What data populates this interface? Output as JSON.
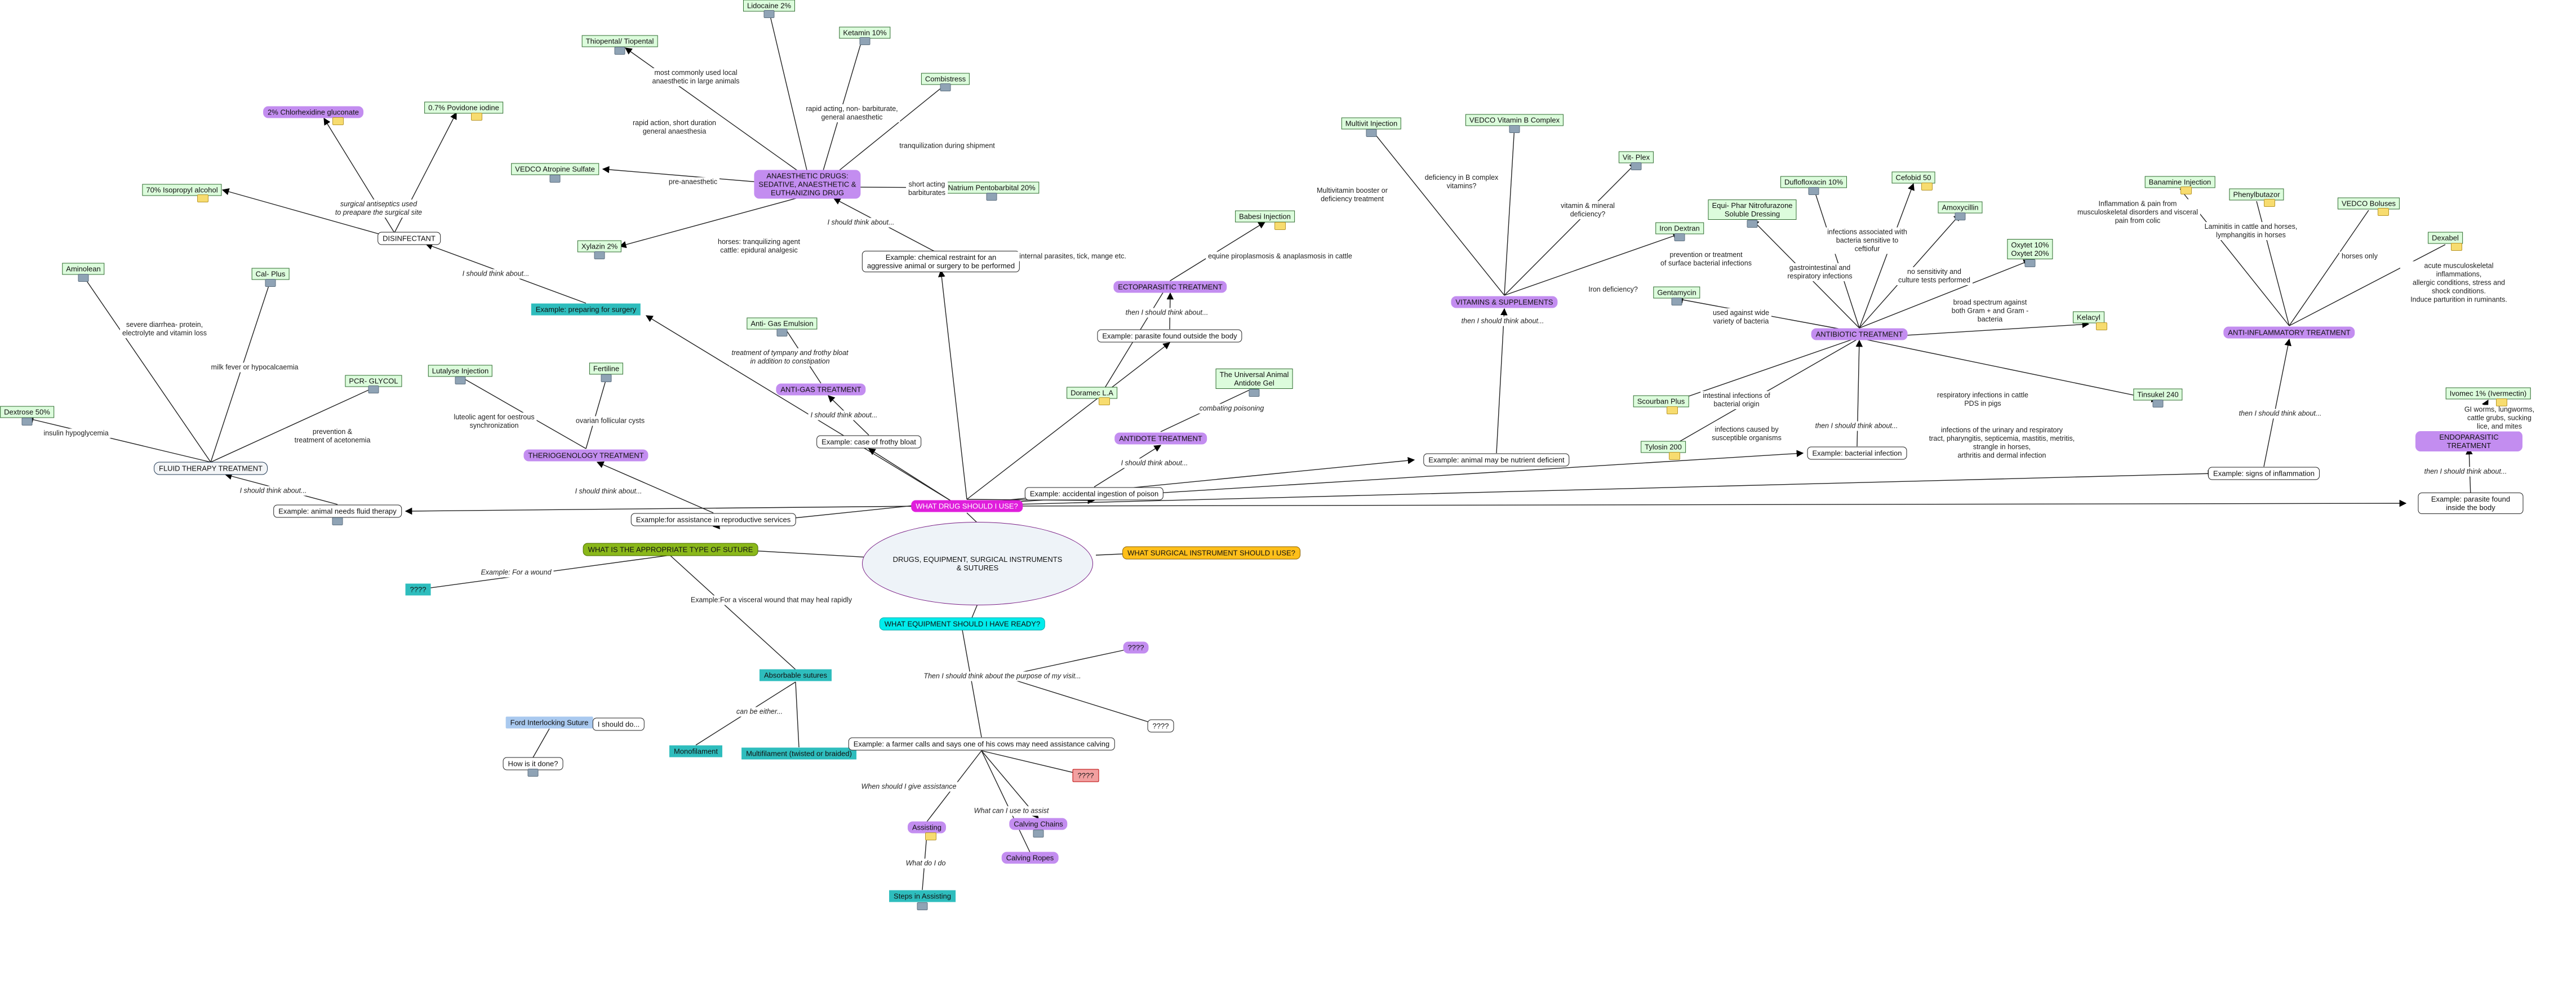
{
  "diagram": {
    "central": "DRUGS, EQUIPMENT, SURGICAL INSTRUMENTS\n& SUTURES",
    "q_drug": "WHAT DRUG SHOULD I USE?",
    "q_suture": "WHAT IS THE APPROPRIATE TYPE OF SUTURE",
    "q_instrument": "WHAT SURGICAL INSTRUMENT SHOULD I USE?",
    "q_equipment": "WHAT EQUIPMENT SHOULD I HAVE READY?",
    "nodes": {
      "lidocaine": "Lidocaine 2%",
      "thiopental": "Thiopental/ Tiopental",
      "ketamin": "Ketamin 10%",
      "combistress": "Combistress",
      "chlorhex": "2% Chlorhexidine gluconate",
      "povidone": "0.7% Povidone iodine",
      "isopropyl": "70% Isopropyl alcohol",
      "atropine": "VEDCO Atropine Sulfate",
      "anaesthetic": "ANAESTHETIC DRUGS:\nSEDATIVE, ANAESTHETIC &\nEUTHANIZING DRUG",
      "pentobarb": "Natrium Pentobarbital 20%",
      "xylazin": "Xylazin 2%",
      "disinfectant": "DISINFECTANT",
      "chemrestraint": "Example: chemical restraint for an\naggressive animal or surgery to be performed",
      "prepsurgery": "Example: preparing for surgery",
      "antigas_emul": "Anti- Gas Emulsion",
      "antigas": "ANTI-GAS TREATMENT",
      "frothy": "Example: case of frothy bloat",
      "lutalyse": "Lutalyse Injection",
      "fertiline": "Fertiline",
      "thero": "THERIOGENOLOGY TREATMENT",
      "repro": "Example:for assistance in reproductive services",
      "aminolean": "Aminolean",
      "calplus": "Cal- Plus",
      "pcr": "PCR- GLYCOL",
      "dextrose": "Dextrose 50%",
      "fluid": "FLUID THERAPY TREATMENT",
      "fluidex": "Example: animal needs fluid therapy",
      "doramec": "Doramec L.A",
      "babesi": "Babesi Injection",
      "ecto": "ECTOPARASITIC TREATMENT",
      "ectoex": "Example: parasite found outside the body",
      "universal": "The Universal Animal\nAntidote Gel",
      "antidote": "ANTIDOTE TREATMENT",
      "poison": "Example: accidental ingestion of poison",
      "multivit": "Multivit Injection",
      "bcomplex": "VEDCO Vitamin B Complex",
      "vitplex": "Vit- Plex",
      "irondex": "Iron Dextran",
      "vitamins": "VITAMINS & SUPPLEMENTS",
      "nutrient": "Example: animal may be nutrient deficient",
      "duflox": "Duflofloxacin 10%",
      "equiphar": "Equi- Phar Nitrofurazone\nSoluble Dressing",
      "cefobid": "Cefobid 50",
      "amoxy": "Amoxycillin",
      "oxytet": "Oxytet 10%\nOxytet 20%",
      "gentamycin": "Gentamycin",
      "scourban": "Scourban Plus",
      "tylosin": "Tylosin 200",
      "kelacyl": "Kelacyl",
      "tinsukel": "Tinsukel 240",
      "antibiotic": "ANTIBIOTIC TREATMENT",
      "bacterial": "Example: bacterial infection",
      "banamine": "Banamine Injection",
      "phenyl": "Phenylbutazor",
      "boluses": "VEDCO Boluses",
      "dexabel": "Dexabel",
      "antiinfl": "ANTI-INFLAMMATORY TREATMENT",
      "inflamex": "Example: signs of inflammation",
      "ivomec": "Ivomec 1% (Ivermectin)",
      "endo": "ENDOPARASITIC TREATMENT",
      "endoex": "Example: parasite found inside the body",
      "qqq_suture": "????",
      "absorbable": "Absorbable sutures",
      "monofil": "Monofilament",
      "multifil": "Multifilament (twisted or braided)",
      "ford": "Ford  Interlocking Suture",
      "ishoulddo": "I should do...",
      "howdone": "How is it done?",
      "qqq_eq1": "????",
      "qqq_eq2": "????",
      "farmer": "Example: a farmer calls and says one of his cows may need assistance calving",
      "qqq_red": "????",
      "assisting": "Assisting",
      "chains": "Calving Chains",
      "ropes": "Calving Ropes",
      "steps": "Steps in Assisting"
    },
    "labels": {
      "l_common": "most commonly used local\nanaesthetic in large animals",
      "l_rapid": "rapid action, short duration\ngeneral anaesthesia",
      "l_nonbarb": "rapid acting, non- barbiturate,\ngeneral anaesthetic",
      "l_tranq": "tranquilization during shipment",
      "l_surg": "surgical antiseptics used\nto preapare the surgical site",
      "l_pre": "pre-anaesthetic",
      "l_short": "short acting\nbarbiturates",
      "l_horses": "horses: tranquilizing agent\ncattle: epidural analgesic",
      "l_think1": "I should think about...",
      "l_think2": "I should think about...",
      "l_tympany": "treatment of tympany and frothy bloat\nin addition to constipation",
      "l_think3": "I should think about...",
      "l_luteo": "luteolic agent for oestrous\nsynchronization",
      "l_ovarian": "ovarian follicular cysts",
      "l_think4": "I should think about...",
      "l_diarrhea": "severe diarrhea- protein,\nelectrolyte and vitamin loss",
      "l_milk": "milk fever or hypocalcaemia",
      "l_insulin": "insulin hypoglycemia",
      "l_prevent": "prevention &\ntreatment of acetonemia",
      "l_think5": "I should think about...",
      "l_internal": "internal parasites, tick, mange etc.",
      "l_equine": "equine piroplasmosis & anaplasmosis in cattle",
      "l_think6": "then I should think about...",
      "l_combat": "combating poisoning",
      "l_think7": "I should think about...",
      "l_multi": "Multivitamin booster or\ndeficiency treatment",
      "l_defb": "deficiency in B complex\nvitamins?",
      "l_vitmin": "vitamin & mineral\ndeficiency?",
      "l_iron": "Iron deficiency?",
      "l_think8": "then I should think about...",
      "l_prevsurf": "prevention or treatment\nof surface bacterial infections",
      "l_gastro": "gastrointestinal and\nrespiratory infections",
      "l_cells": "infections associated with\nbacteria sensitive to\nceftiofur",
      "l_nosens": "no sensitivity and\nculture tests performed",
      "l_broad": "broad spectrum against\nboth Gram + and Gram -\nbacteria",
      "l_wide": "used against wide\nvariety of bacteria",
      "l_intestinal": "intestinal infections of\nbacterial origin",
      "l_suscept": "infections caused by\nsusceptible organisms",
      "l_resp": "respiratory infections in cattle\nPDS in pigs",
      "l_urinary": "infections of the urinary and respiratory\ntract, pharyngitis, septicemia, mastitis, metritis,\nstrangle in horses,\narthritis and dermal infection",
      "l_think9": "then I should think about...",
      "l_inflpain": "Inflammation & pain from\nmusculoskeletal disorders and visceral\npain from colic",
      "l_laminitis": "Laminitis in cattle and horses,\nlymphangitis in horses",
      "l_horsesonly": "horses only",
      "l_acute": "acute musculoskeletal inflammations,\nallergic conditions, stress and shock conditions.\nInduce parturition in ruminants.",
      "l_think10": "then I should think about...",
      "l_gi": "GI worms, lungworms, cattle grubs, sucking lice, and mites",
      "l_think11": "then I should think about...",
      "l_wound": "Example: For a wound",
      "l_visceral": "Example:For a visceral wound that may heal rapidly",
      "l_either": "can be either...",
      "l_purpose": "Then I should think about the purpose of my visit...",
      "l_when": "When should I give assistance",
      "l_canuse": "What can I use to assist",
      "l_whatdo": "What do I do"
    }
  }
}
